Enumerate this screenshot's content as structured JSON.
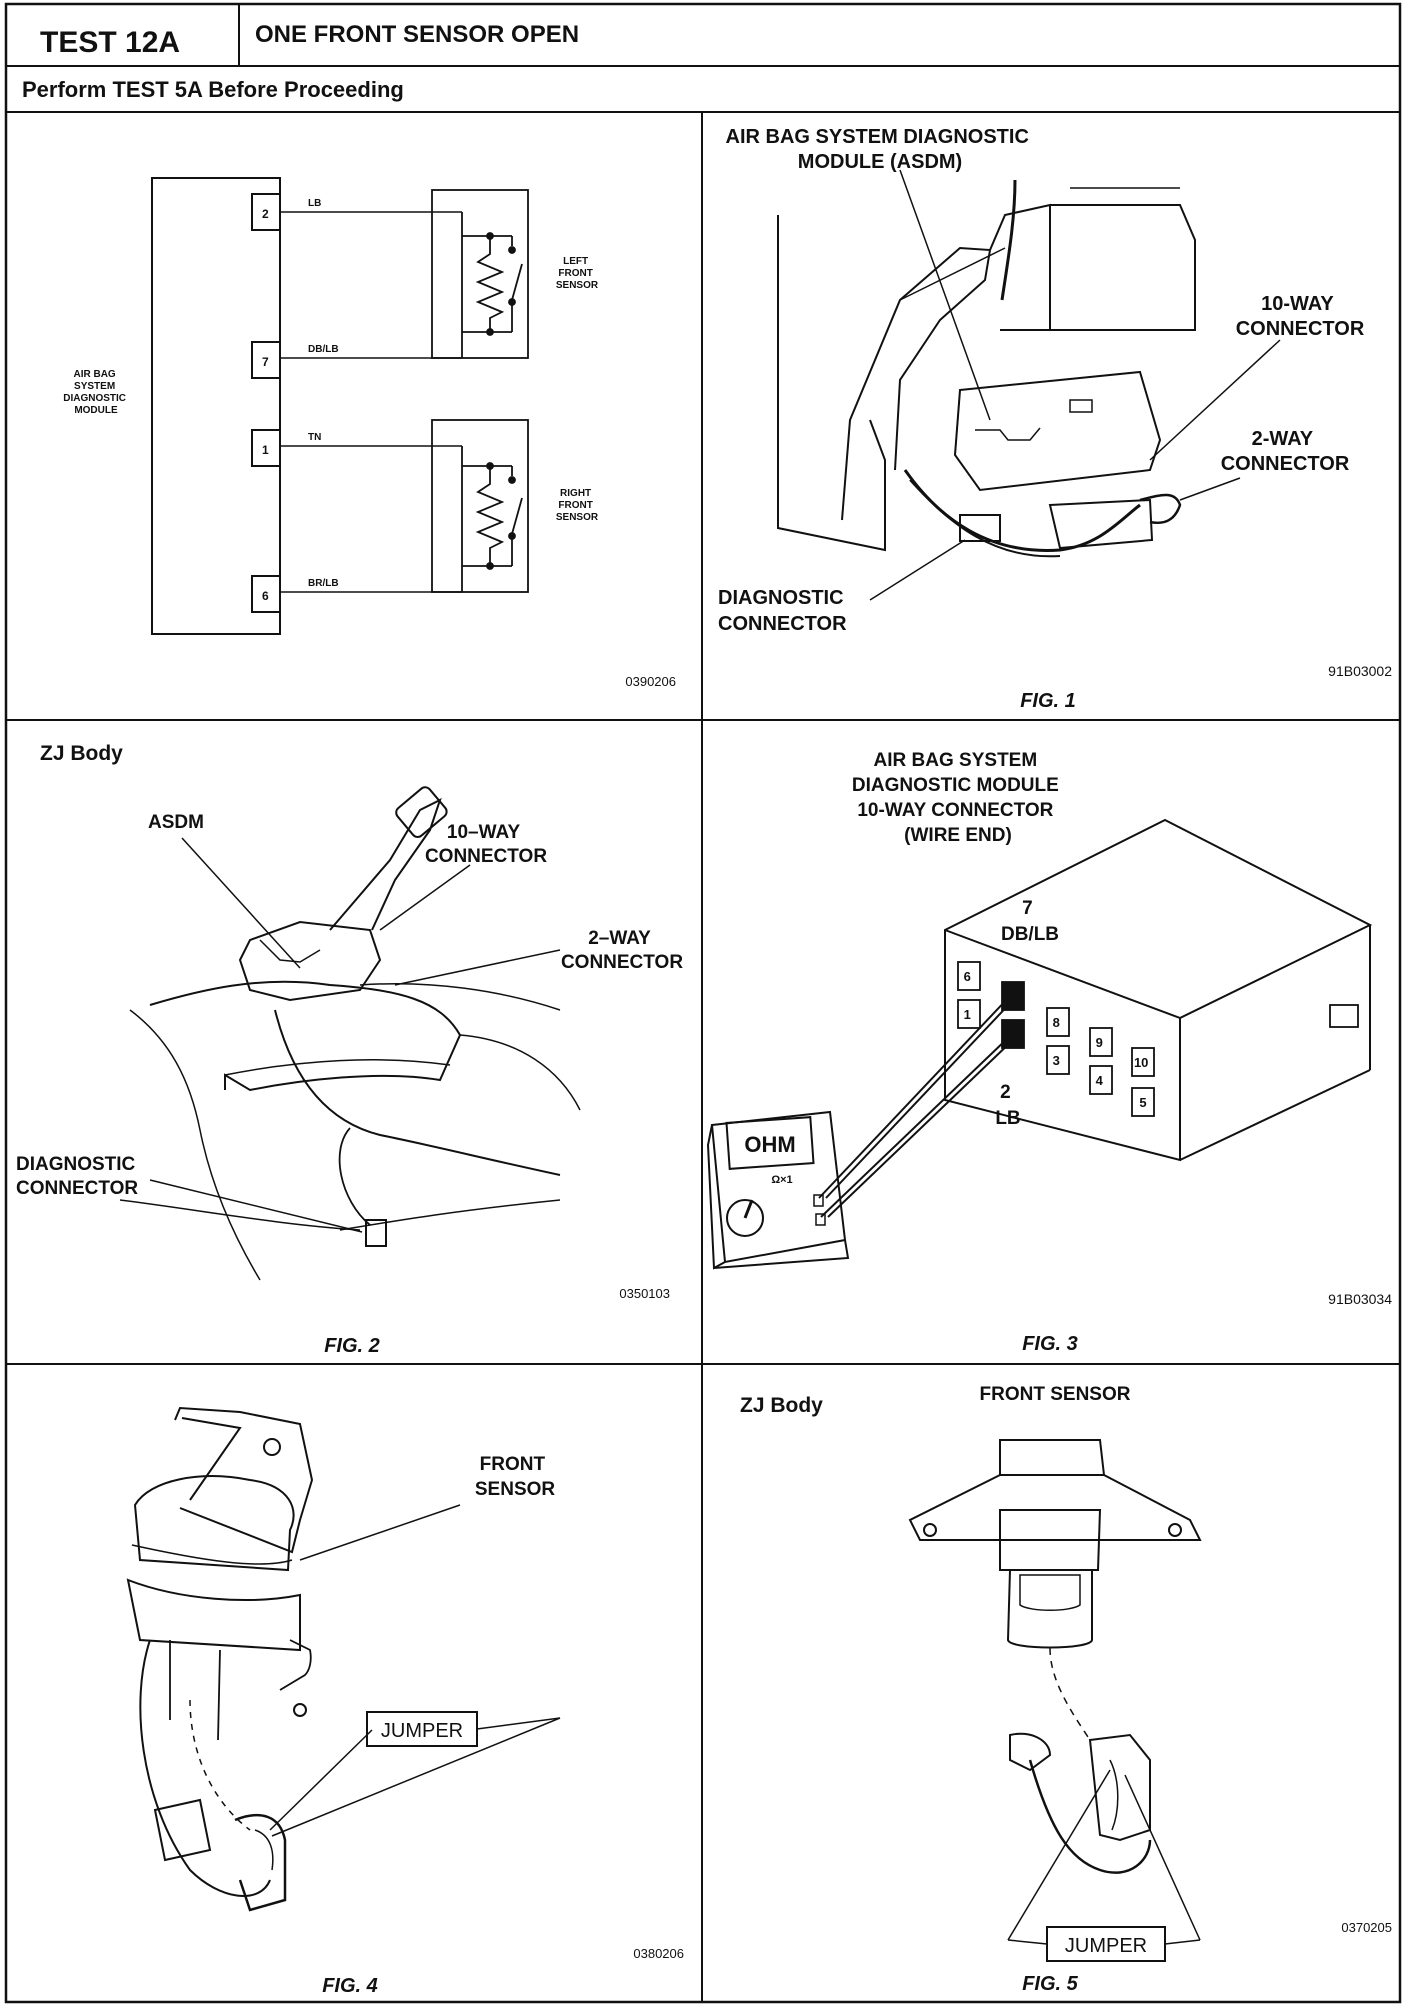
{
  "header": {
    "test_id": "TEST 12A",
    "title": "ONE FRONT SENSOR OPEN",
    "note": "Perform TEST 5A Before Proceeding"
  },
  "schematic": {
    "module_label": [
      "AIR BAG",
      "SYSTEM",
      "DIAGNOSTIC",
      "MODULE"
    ],
    "pins": [
      "2",
      "7",
      "1",
      "6"
    ],
    "wires": [
      "LB",
      "DB/LB",
      "TN",
      "BR/LB"
    ],
    "left_sensor": [
      "LEFT",
      "FRONT",
      "SENSOR"
    ],
    "right_sensor": [
      "RIGHT",
      "FRONT",
      "SENSOR"
    ],
    "code": "0390206"
  },
  "fig1": {
    "asdm_label": [
      "AIR BAG SYSTEM DIAGNOSTIC",
      "MODULE (ASDM)"
    ],
    "ten_way": [
      "10-WAY",
      "CONNECTOR"
    ],
    "two_way": [
      "2-WAY",
      "CONNECTOR"
    ],
    "diag": [
      "DIAGNOSTIC",
      "CONNECTOR"
    ],
    "code": "91B03002",
    "caption": "FIG. 1"
  },
  "fig2": {
    "body": "ZJ Body",
    "asdm": "ASDM",
    "ten_way": [
      "10–WAY",
      "CONNECTOR"
    ],
    "two_way": [
      "2–WAY",
      "CONNECTOR"
    ],
    "diag": [
      "DIAGNOSTIC",
      "CONNECTOR"
    ],
    "code": "0350103",
    "caption": "FIG. 2"
  },
  "fig3": {
    "title": [
      "AIR BAG SYSTEM",
      "DIAGNOSTIC MODULE",
      "10-WAY CONNECTOR",
      "(WIRE END)"
    ],
    "pin7": [
      "7",
      "DB/LB"
    ],
    "pin2": [
      "2",
      "LB"
    ],
    "pins": [
      "6",
      "1",
      "8",
      "9",
      "10",
      "3",
      "4",
      "5"
    ],
    "meter": "OHM",
    "meter_range": "Ω×1",
    "code": "91B03034",
    "caption": "FIG. 3"
  },
  "fig4": {
    "sensor": [
      "FRONT",
      "SENSOR"
    ],
    "jumper": "JUMPER",
    "code": "0380206",
    "caption": "FIG. 4"
  },
  "fig5": {
    "body": "ZJ Body",
    "title": "FRONT SENSOR",
    "jumper": "JUMPER",
    "code": "0370205",
    "caption": "FIG. 5"
  }
}
